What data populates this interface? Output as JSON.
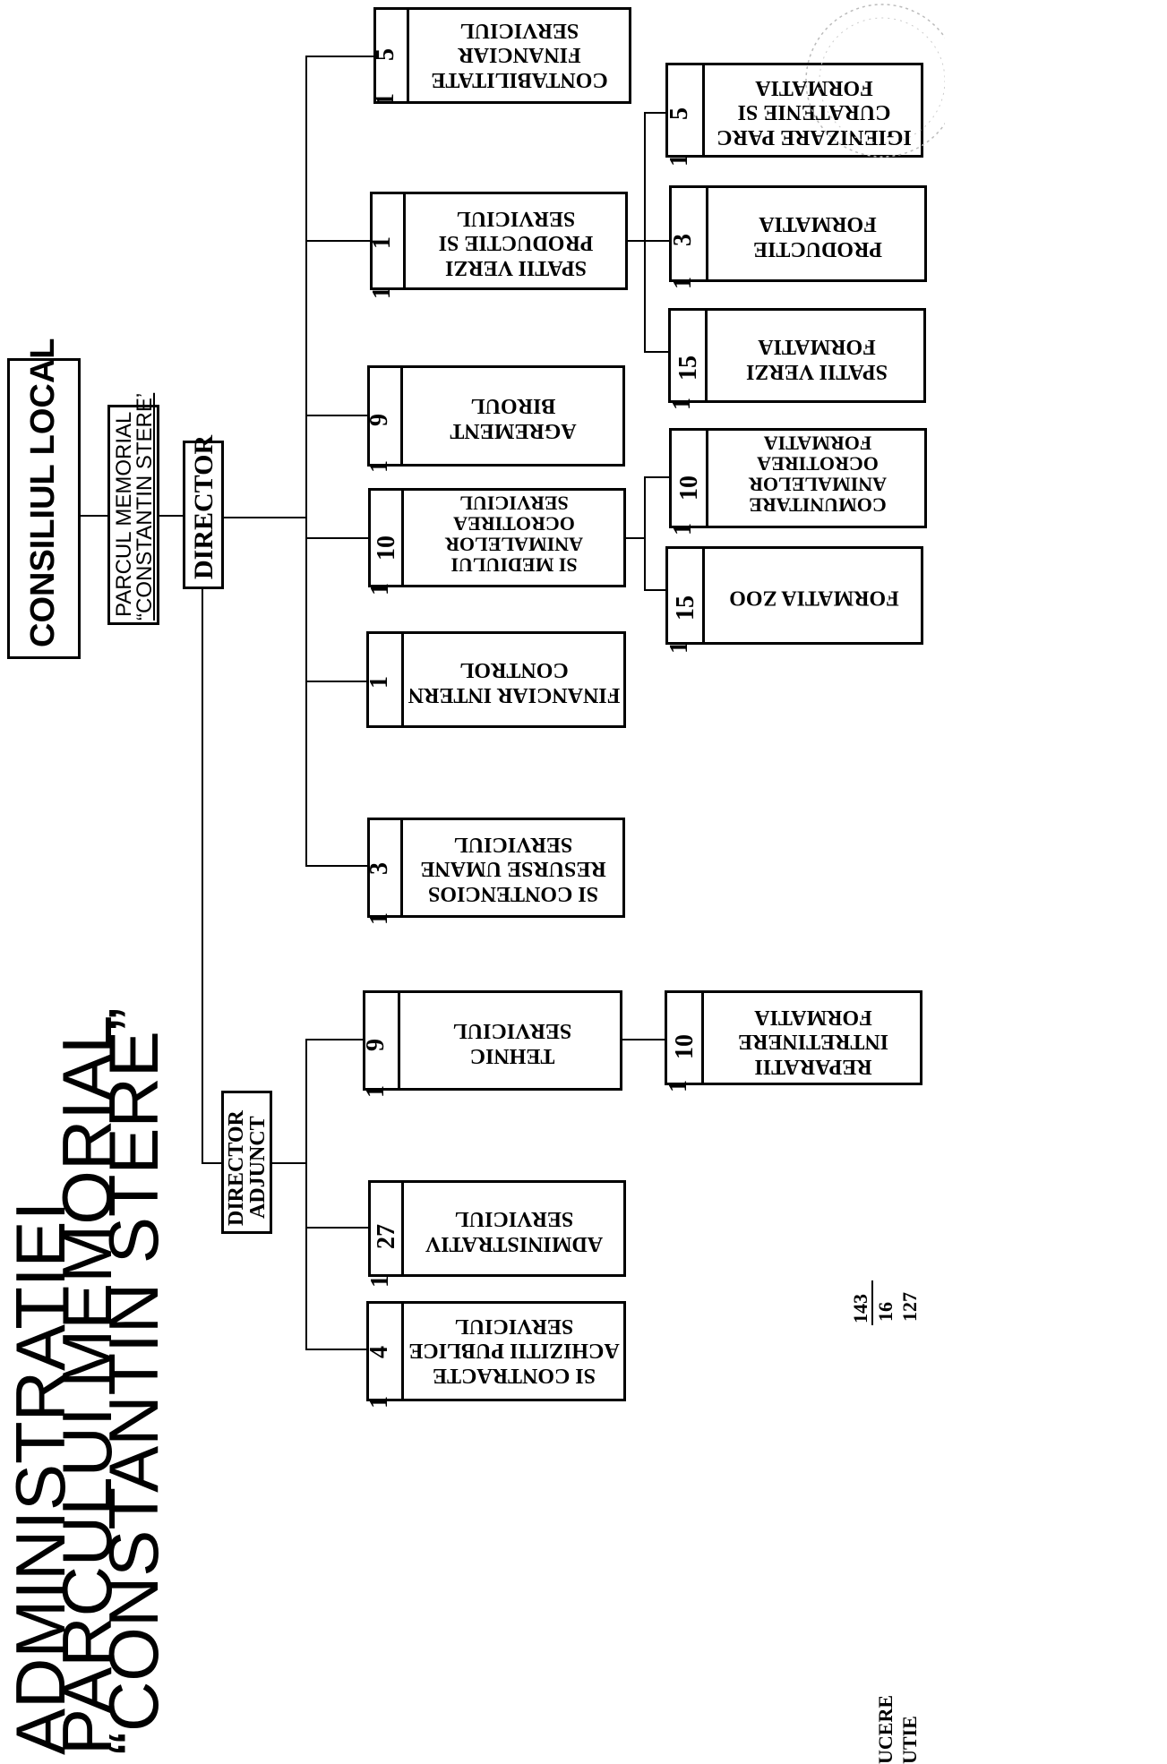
{
  "title": {
    "line1": "ADMINISTRATIEI",
    "line2": "PARCULUI MEMORIAL",
    "line3": "“CONSTANTIN STERE”"
  },
  "top": {
    "council": "CONSILIUL LOCAL",
    "park_line1": "PARCUL MEMORIAL",
    "park_line2": "“CONSTANTIN STERE’",
    "director": "DIRECTOR",
    "deputy_line1": "DIRECTOR",
    "deputy_line2": "ADJUNCT"
  },
  "units": [
    {
      "id": "contabilitate",
      "a": "1",
      "b": "5",
      "lines": [
        "SERVICIUL",
        "FINANCIAR",
        "CONTABILITATE"
      ]
    },
    {
      "id": "productie",
      "a": "1",
      "b": "1",
      "lines": [
        "SERVICIUL",
        "PRODUCTIE SI",
        "SPATII VERZI"
      ]
    },
    {
      "id": "agrement",
      "a": "1",
      "b": "9",
      "lines": [
        "BIROUL",
        "AGREMENT"
      ]
    },
    {
      "id": "ocrotire",
      "a": "1",
      "b": "10",
      "lines": [
        "SERVICIUL",
        "OCROTIREA",
        "ANIMALELOR",
        "SI MEDIULUI"
      ]
    },
    {
      "id": "control",
      "a": "1",
      "b": "",
      "lines": [
        "CONTROL",
        "FINANCIAR INTERN"
      ]
    },
    {
      "id": "resurse",
      "a": "1",
      "b": "3",
      "lines": [
        "SERVICIUL",
        "RESURSE UMANE",
        "SI CONTENCIOS"
      ]
    },
    {
      "id": "tehnic",
      "a": "1",
      "b": "9",
      "lines": [
        "SERVICIUL",
        "TEHNIC"
      ]
    },
    {
      "id": "administrativ",
      "a": "1",
      "b": "27",
      "lines": [
        "SERVICIUL",
        "ADMINISTRATIV"
      ]
    },
    {
      "id": "achizitii",
      "a": "1",
      "b": "4",
      "lines": [
        "SERVICIUL",
        "ACHIZITII PUBLICE",
        "SI CONTRACTE"
      ]
    }
  ],
  "formations": [
    {
      "id": "curatenie",
      "a": "1",
      "b": "5",
      "lines": [
        "FORMATIA",
        "CURATENIE SI",
        "IGIENIZARE PARC"
      ]
    },
    {
      "id": "productie",
      "a": "1",
      "b": "3",
      "lines": [
        "FORMATIA",
        "PRODUCTIE"
      ]
    },
    {
      "id": "spatii",
      "a": "1",
      "b": "15",
      "lines": [
        "FORMATIA",
        "SPATII VERZI"
      ]
    },
    {
      "id": "ocrotire",
      "a": "1",
      "b": "10",
      "lines": [
        "FORMATIA",
        "OCROTIREA",
        "ANIMALELOR",
        "COMUNITARE"
      ]
    },
    {
      "id": "zoo",
      "a": "1",
      "b": "15",
      "lines": [
        "FORMATIA ZOO"
      ]
    },
    {
      "id": "intretinere",
      "a": "1",
      "b": "10",
      "lines": [
        "FORMATIA",
        "INTRETINERE",
        "REPARATII"
      ]
    }
  ],
  "totals": {
    "line1_label": "",
    "line1_value": "143",
    "line2_label": "UCERE",
    "line2_value": "16",
    "line3_label": "UTIE",
    "line3_value": "127"
  }
}
